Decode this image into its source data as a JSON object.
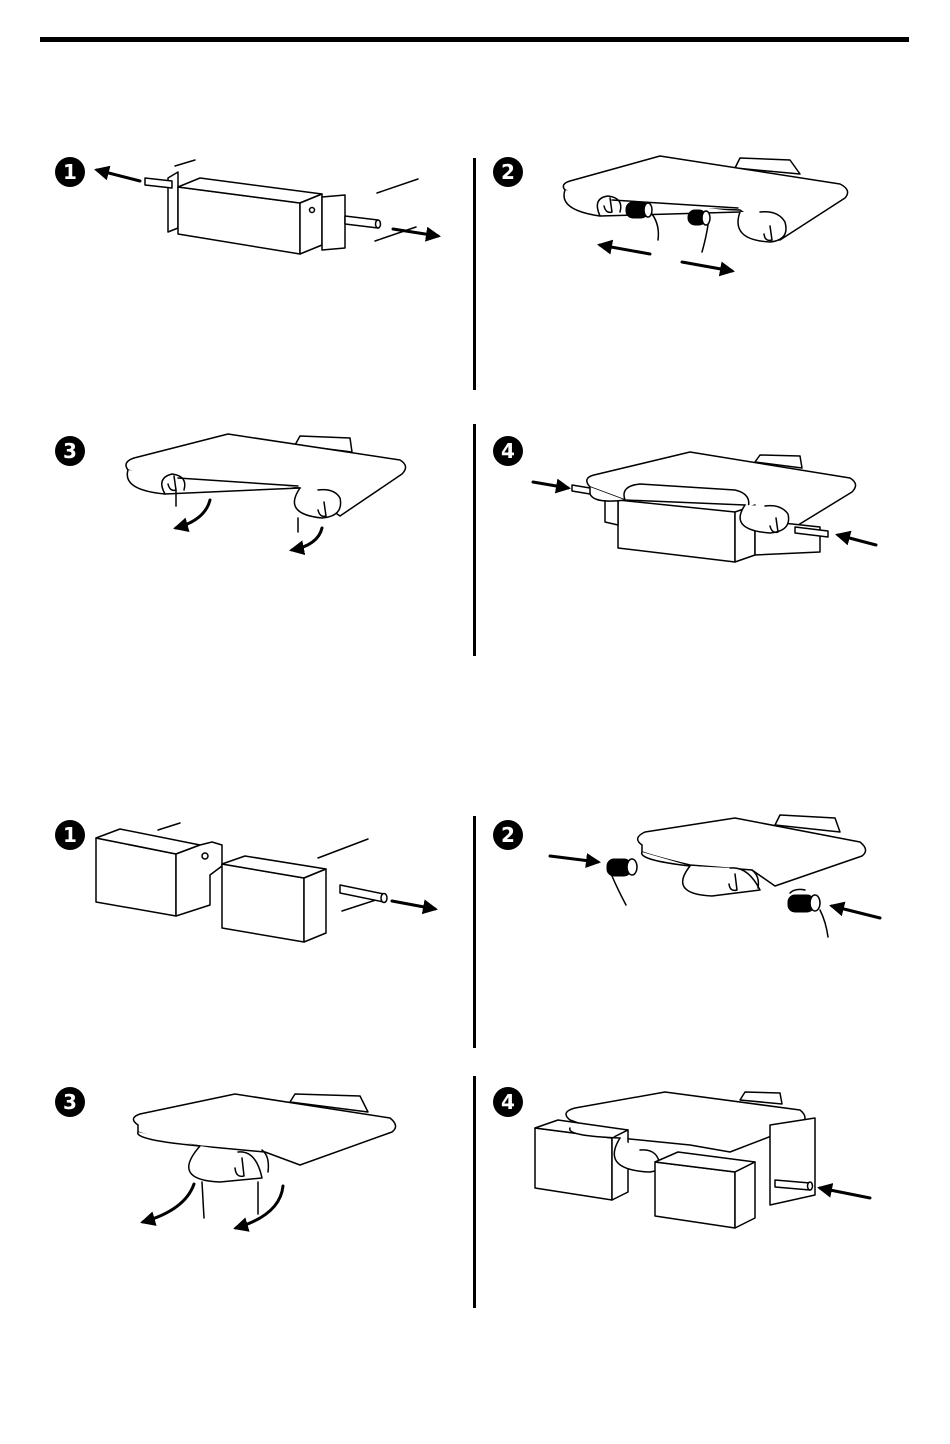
{
  "steps": {
    "top": [
      "1",
      "2",
      "3",
      "4"
    ],
    "bottom": [
      "1",
      "2",
      "3",
      "4"
    ]
  },
  "icons": {
    "badge": "numbered-circle-icon",
    "arrow": "arrow-icon"
  },
  "colors": {
    "ink": "#000000",
    "paper": "#ffffff"
  }
}
